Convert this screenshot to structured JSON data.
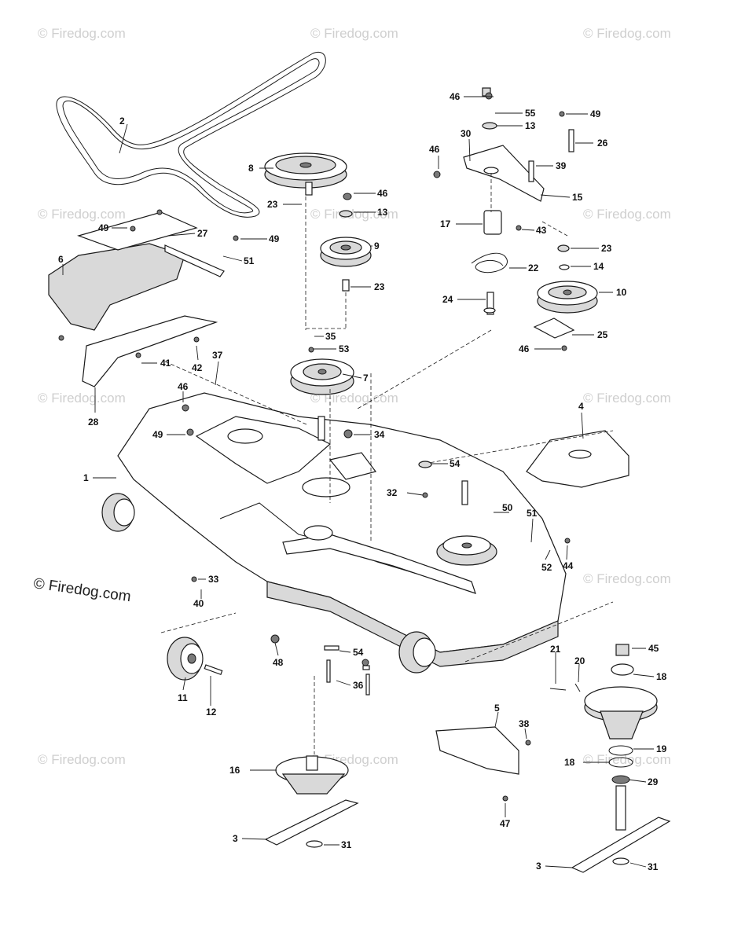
{
  "watermarks": {
    "repeat": "© Firedog.com",
    "main": "© Firedog.com"
  },
  "callouts": {
    "c1": "1",
    "c2": "2",
    "c3a": "3",
    "c3b": "3",
    "c4": "4",
    "c5": "5",
    "c6": "6",
    "c7": "7",
    "c8": "8",
    "c9": "9",
    "c10": "10",
    "c11": "11",
    "c12": "12",
    "c13a": "13",
    "c13b": "13",
    "c14": "14",
    "c15": "15",
    "c16": "16",
    "c17": "17",
    "c18a": "18",
    "c18b": "18",
    "c19": "19",
    "c20": "20",
    "c21": "21",
    "c22": "22",
    "c23a": "23",
    "c23b": "23",
    "c23c": "23",
    "c24": "24",
    "c25": "25",
    "c26": "26",
    "c27": "27",
    "c28": "28",
    "c29": "29",
    "c30": "30",
    "c31a": "31",
    "c31b": "31",
    "c32": "32",
    "c33": "33",
    "c34": "34",
    "c35": "35",
    "c36": "36",
    "c37": "37",
    "c38": "38",
    "c39": "39",
    "c40": "40",
    "c41": "41",
    "c42": "42",
    "c43": "43",
    "c44": "44",
    "c45": "45",
    "c46a": "46",
    "c46b": "46",
    "c46c": "46",
    "c46d": "46",
    "c46e": "46",
    "c47": "47",
    "c48": "48",
    "c49a": "49",
    "c49b": "49",
    "c49c": "49",
    "c49d": "49",
    "c50": "50",
    "c51a": "51",
    "c51b": "51",
    "c52": "52",
    "c53": "53",
    "c54a": "54",
    "c54b": "54",
    "c55": "55"
  }
}
